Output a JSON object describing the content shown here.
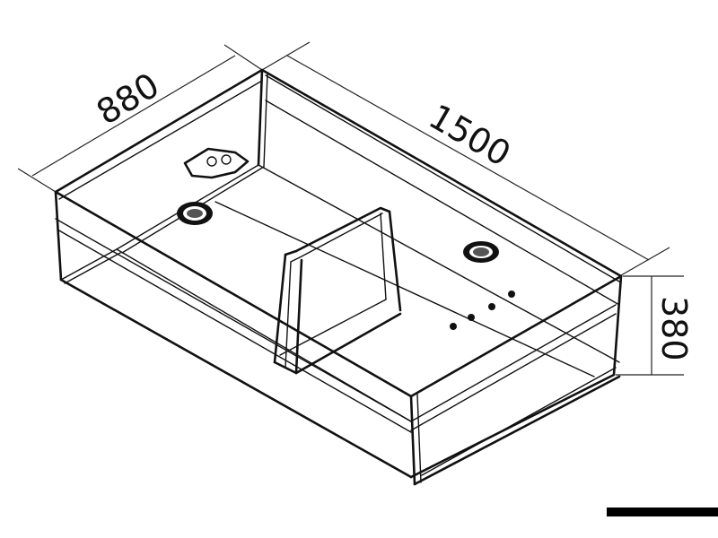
{
  "drawing": {
    "subject": "tank isometric line drawing",
    "dimensions": {
      "width": "880",
      "length": "1500",
      "height": "380"
    },
    "features": [
      "fuel-filler-fitting",
      "sender-port-left",
      "sender-port-right",
      "mounting-bracket-saddle",
      "small-fittings"
    ],
    "colors": {
      "line": "#111111",
      "background": "#ffffff"
    }
  }
}
